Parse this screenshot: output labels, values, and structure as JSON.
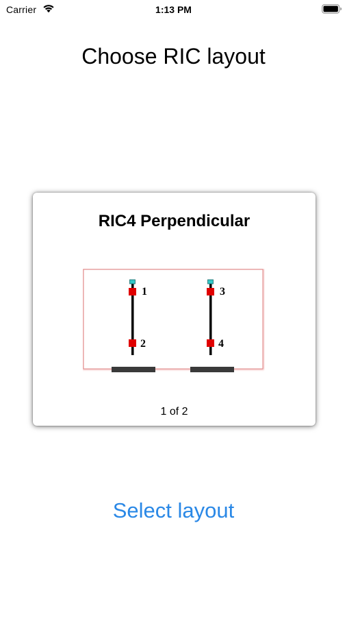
{
  "status_bar": {
    "carrier": "Carrier",
    "time": "1:13 PM",
    "wifi_icon": "wifi-icon",
    "battery_icon": "battery-full-icon"
  },
  "header": {
    "title": "Choose RIC layout"
  },
  "card": {
    "title": "RIC4 Perpendicular",
    "page_indicator": "1 of 2",
    "diagram": {
      "electrode_labels": [
        "1",
        "2",
        "3",
        "4"
      ],
      "colors": {
        "frame_border": "#e08a8a",
        "electrode": "#e00000",
        "cap": "#33c8c8",
        "lead": "#000000",
        "base_bar": "#3a3a3a"
      }
    }
  },
  "actions": {
    "select_label": "Select layout",
    "accent_color": "#2a88e6"
  }
}
